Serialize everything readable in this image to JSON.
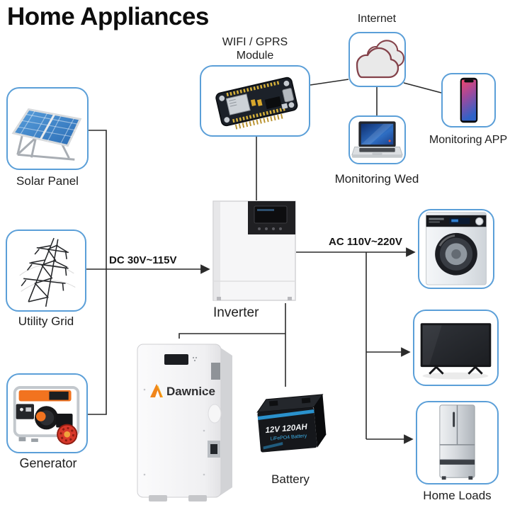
{
  "title": "Home Appliances",
  "nodes": {
    "wifi_module": {
      "label_line1": "WIFI / GPRS",
      "label_line2": "Module"
    },
    "internet": {
      "label": "Internet"
    },
    "monitoring_web": {
      "label": "Monitoring Wed"
    },
    "monitoring_app": {
      "label": "Monitoring APP"
    },
    "solar_panel": {
      "label": "Solar Panel"
    },
    "utility_grid": {
      "label": "Utility Grid"
    },
    "generator": {
      "label": "Generator"
    },
    "inverter": {
      "label": "Inverter"
    },
    "battery_cabinet": {
      "brand": "Dawnice"
    },
    "battery": {
      "label": "Battery",
      "print_line1": "12V 120AH",
      "print_line2": "LiFePO4 Battery"
    },
    "home_loads": {
      "label": "Home Loads"
    }
  },
  "connections": {
    "dc_link": {
      "label": "DC 30V~115V"
    },
    "ac_link": {
      "label": "AC 110V~220V"
    }
  },
  "colors": {
    "node_border": "#5b9fd8",
    "wire": "#2b2b2b",
    "cloud_stroke": "#84424a",
    "brand_orange": "#f0861c"
  }
}
